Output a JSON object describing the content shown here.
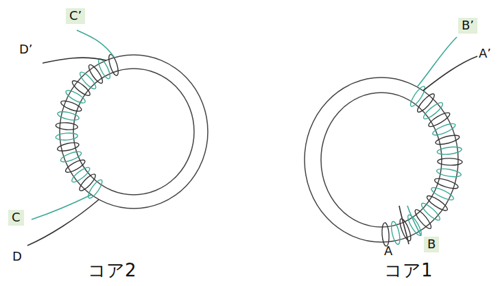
{
  "diagram": {
    "labels": [
      "C’",
      "D’",
      "C",
      "D",
      "コア2",
      "B’",
      "A’",
      "A",
      "B",
      "コア1"
    ]
  }
}
